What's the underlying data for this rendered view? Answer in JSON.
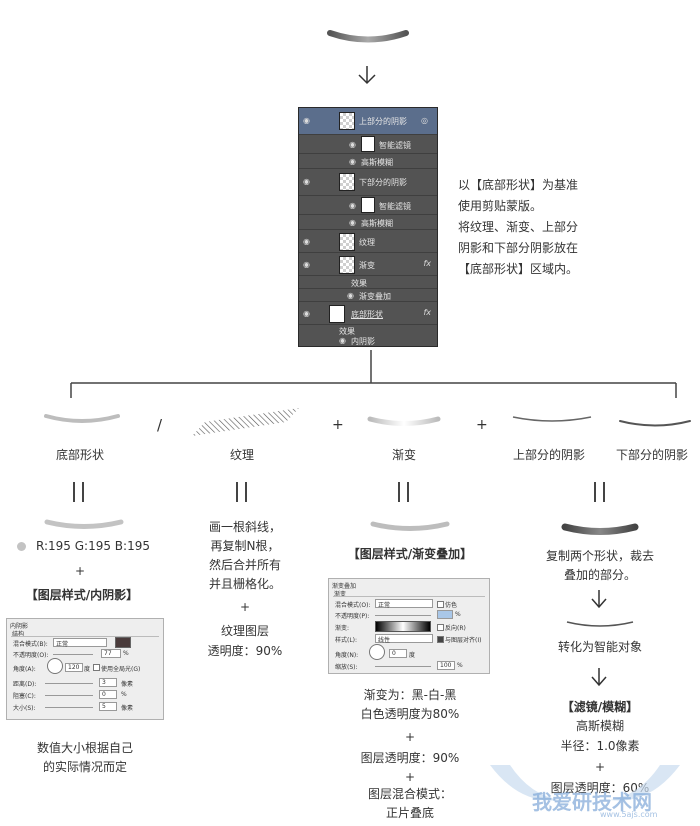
{
  "panel": {
    "layers": [
      {
        "name": "上部分的阴影",
        "selected": true
      },
      {
        "name": "智能滤镜"
      },
      {
        "name": "高斯模糊"
      },
      {
        "name": "下部分的阴影"
      },
      {
        "name": "智能滤镜"
      },
      {
        "name": "高斯模糊"
      },
      {
        "name": "纹理"
      },
      {
        "name": "渐变"
      },
      {
        "name": "效果"
      },
      {
        "name": "渐变叠加"
      },
      {
        "name": "底部形状"
      },
      {
        "name": "效果"
      },
      {
        "name": "内阴影"
      }
    ],
    "fx": "fx"
  },
  "note": {
    "lines": [
      "以【底部形状】为基准",
      "使用剪贴蒙版。",
      "将纹理、渐变、上部分",
      "阴影和下部分阴影放在",
      "【底部形状】区域内。"
    ]
  },
  "ops": {
    "slash": "/",
    "plus1": "+",
    "plus2": "+"
  },
  "labels": {
    "shape": "底部形状",
    "texture": "纹理",
    "gradient": "渐变",
    "upper": "上部分的阴影",
    "lower": "下部分的阴影"
  },
  "col1": {
    "rgb": "R:195  G:195  B:195",
    "swatch_color": "#c3c3c3",
    "plus": "+",
    "style": "【图层样式/内阴影】",
    "note": [
      "数值大小根据自己",
      "的实际情况而定"
    ]
  },
  "dlg1": {
    "title": "内阴影",
    "section": "结构",
    "blend_label": "混合模式(B):",
    "blend_value": "正常",
    "opacity_label": "不透明度(O):",
    "opacity_value": "77",
    "angle_label": "角度(A):",
    "angle_value": "120",
    "angle_unit": "度",
    "global_light": "使用全局光(G)",
    "distance_label": "距离(D):",
    "distance_value": "3",
    "choke_label": "阻塞(C):",
    "choke_value": "0",
    "size_label": "大小(S):",
    "size_value": "5",
    "px": "像素",
    "pct": "%",
    "shadow_color": "#4a3b3b"
  },
  "col2": {
    "lines": [
      "画一根斜线，",
      "再复制N根，",
      "然后合并所有",
      "并且栅格化。"
    ],
    "plus": "+",
    "layer": "纹理图层",
    "opacity": "透明度：90%"
  },
  "col3": {
    "style": "【图层样式/渐变叠加】",
    "g1": "渐变为：黑-白-黑",
    "g2": "白色透明度为80%",
    "plus1": "+",
    "opacity": "图层透明度：90%",
    "plus2": "+",
    "blend1": "图层混合模式：",
    "blend2": "正片叠底"
  },
  "dlg2": {
    "title": "渐变叠加",
    "section": "渐变",
    "blend_label": "混合模式(O):",
    "blend_value": "正常",
    "dither": "仿色",
    "opacity_label": "不透明度(P):",
    "opacity_value": "",
    "pct": "%",
    "gradient_label": "渐变:",
    "reverse": "反向(R)",
    "style_label": "样式(L):",
    "style_value": "线性",
    "align": "与图层对齐(I)",
    "angle_label": "角度(N):",
    "angle_value": "0",
    "angle_unit": "度",
    "scale_label": "缩放(S):",
    "scale_value": "100"
  },
  "col4": {
    "copy1": "复制两个形状，裁去",
    "copy2": "叠加的部分。",
    "smart": "转化为智能对象",
    "filter": "【滤镜/模糊】",
    "blur": "高斯模糊",
    "radius": "半径：1.0像素",
    "plus": "+",
    "opacity": "图层透明度：60%"
  },
  "watermark": {
    "text": "我爱研技术网",
    "url": "www.5ajs.com"
  }
}
